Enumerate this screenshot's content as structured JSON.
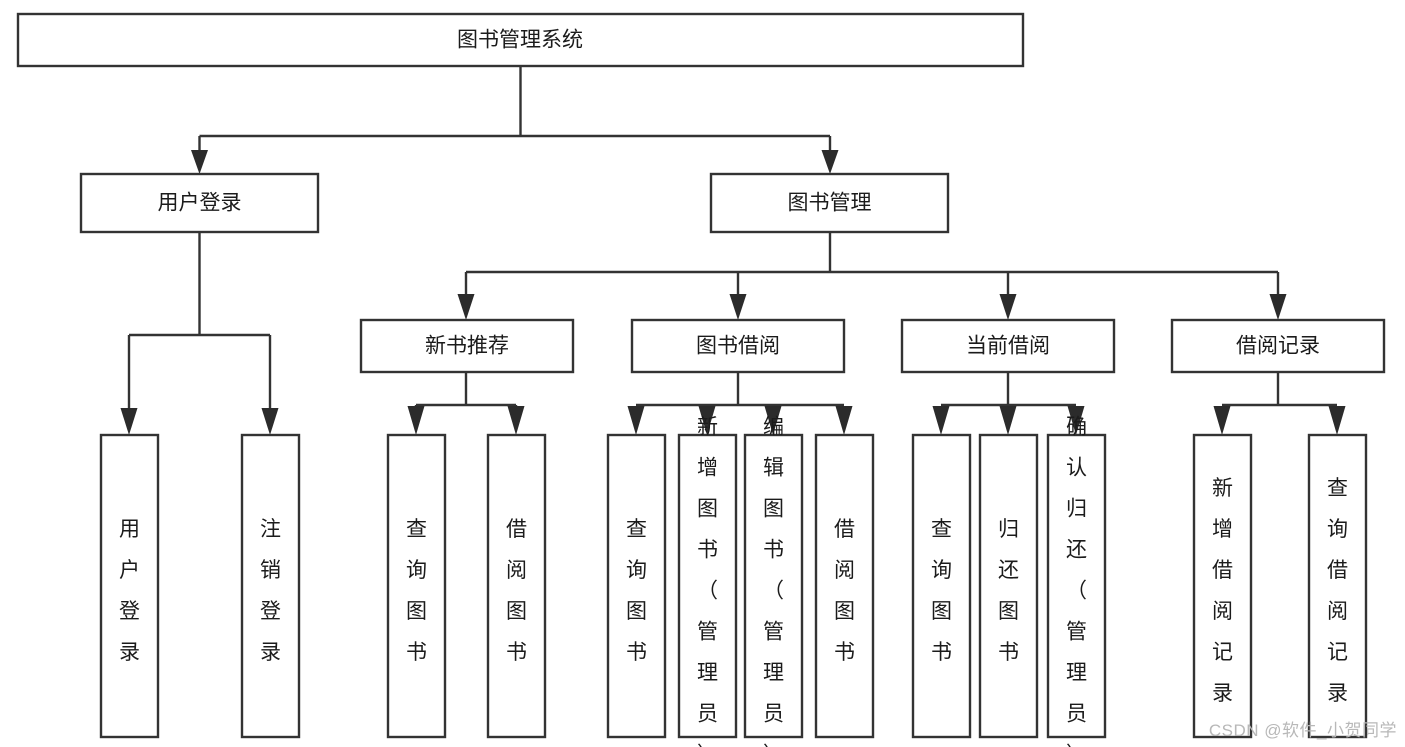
{
  "diagram": {
    "type": "tree-hierarchy",
    "title": "图书管理系统",
    "watermark": "CSDN @软件_小贺同学",
    "colors": {
      "background": "#ffffff",
      "box_stroke": "#333333",
      "box_fill": "#ffffff",
      "connector": "#333333",
      "arrow": "#2b2b2b",
      "text": "#1b1b1b",
      "watermark": "#b8b8b8"
    },
    "levels": [
      {
        "level": 1,
        "nodes": [
          {
            "id": "root",
            "label": "图书管理系统",
            "orientation": "horizontal"
          }
        ]
      },
      {
        "level": 2,
        "nodes": [
          {
            "id": "login",
            "label": "用户登录",
            "orientation": "horizontal",
            "parent": "root"
          },
          {
            "id": "bookmgmt",
            "label": "图书管理",
            "orientation": "horizontal",
            "parent": "root"
          }
        ]
      },
      {
        "level": 3,
        "nodes": [
          {
            "id": "newbook",
            "label": "新书推荐",
            "orientation": "horizontal",
            "parent": "bookmgmt"
          },
          {
            "id": "borrow",
            "label": "图书借阅",
            "orientation": "horizontal",
            "parent": "bookmgmt"
          },
          {
            "id": "current",
            "label": "当前借阅",
            "orientation": "horizontal",
            "parent": "bookmgmt"
          },
          {
            "id": "records",
            "label": "借阅记录",
            "orientation": "horizontal",
            "parent": "bookmgmt"
          }
        ]
      },
      {
        "level": 4,
        "nodes": [
          {
            "id": "leaf-1",
            "label": "用户登录",
            "orientation": "vertical",
            "parent": "login"
          },
          {
            "id": "leaf-2",
            "label": "注销登录",
            "orientation": "vertical",
            "parent": "login"
          },
          {
            "id": "leaf-3",
            "label": "查询图书",
            "orientation": "vertical",
            "parent": "newbook"
          },
          {
            "id": "leaf-4",
            "label": "借阅图书",
            "orientation": "vertical",
            "parent": "newbook"
          },
          {
            "id": "leaf-5",
            "label": "查询图书",
            "orientation": "vertical",
            "parent": "borrow"
          },
          {
            "id": "leaf-6",
            "label": "新增图书（管理员）",
            "orientation": "vertical",
            "parent": "borrow"
          },
          {
            "id": "leaf-7",
            "label": "编辑图书（管理员）",
            "orientation": "vertical",
            "parent": "borrow"
          },
          {
            "id": "leaf-8",
            "label": "借阅图书",
            "orientation": "vertical",
            "parent": "borrow"
          },
          {
            "id": "leaf-9",
            "label": "查询图书",
            "orientation": "vertical",
            "parent": "current"
          },
          {
            "id": "leaf-10",
            "label": "归还图书",
            "orientation": "vertical",
            "parent": "current"
          },
          {
            "id": "leaf-11",
            "label": "确认归还（管理员）",
            "orientation": "vertical",
            "parent": "current"
          },
          {
            "id": "leaf-12",
            "label": "新增借阅记录",
            "orientation": "vertical",
            "parent": "records"
          },
          {
            "id": "leaf-13",
            "label": "查询借阅记录",
            "orientation": "vertical",
            "parent": "records"
          }
        ]
      }
    ]
  }
}
